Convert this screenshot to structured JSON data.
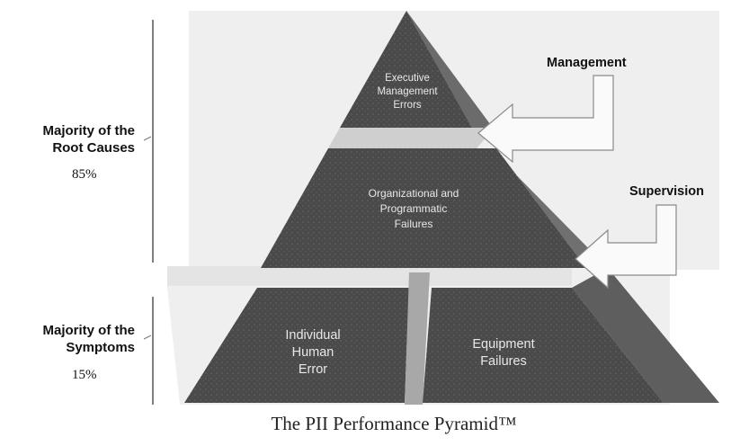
{
  "diagram": {
    "caption": "The PII Performance Pyramid™",
    "left": {
      "root_causes": {
        "line1": "Majority of the",
        "line2": "Root Causes",
        "percent": "85%"
      },
      "symptoms": {
        "line1": "Majority of the",
        "line2": "Symptoms",
        "percent": "15%"
      }
    },
    "right": {
      "management": "Management",
      "supervision": "Supervision"
    },
    "tiers": {
      "top": [
        "Executive",
        "Management",
        "Errors"
      ],
      "middle": [
        "Organizational and",
        "Programmatic",
        "Failures"
      ],
      "bottom_left": [
        "Individual",
        "Human",
        "Error"
      ],
      "bottom_right": [
        "Equipment",
        "Failures"
      ]
    }
  }
}
